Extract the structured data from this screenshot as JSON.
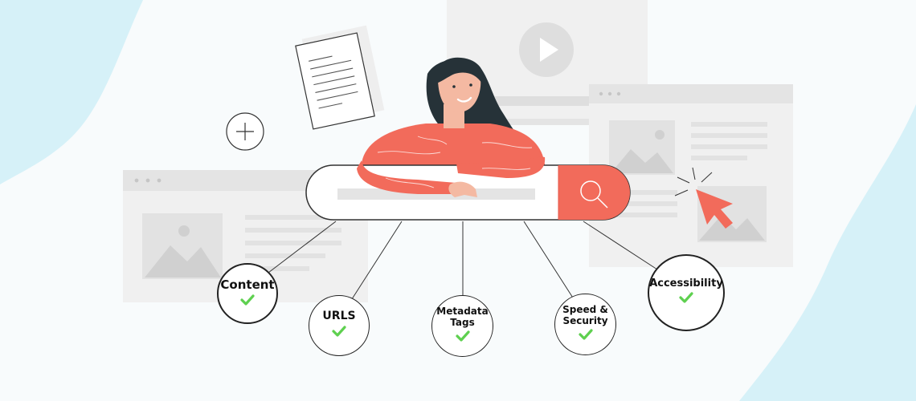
{
  "nodes": [
    {
      "id": "content",
      "label": "Content"
    },
    {
      "id": "urls",
      "label": "URLS"
    },
    {
      "id": "metadata",
      "label_line1": "Metadata",
      "label_line2": "Tags"
    },
    {
      "id": "speed",
      "label_line1": "Speed &",
      "label_line2": "Security"
    },
    {
      "id": "accessibility",
      "label": "Accessibility"
    }
  ],
  "icons": {
    "check": "check-icon",
    "search": "search-icon",
    "play": "play-icon",
    "cursor": "cursor-arrow-icon",
    "plus": "plus-circle-icon",
    "document": "document-icon",
    "image": "image-placeholder-icon"
  },
  "colors": {
    "accent": "#f26b5b",
    "accent_dark": "#e5574a",
    "check": "#5ed04f",
    "hair": "#263238",
    "skin": "#f4b9a2",
    "wave": "#d6f1f8",
    "panel": "#f0f0f0",
    "panel_dark": "#e4e4e4",
    "panel_mid": "#dedede"
  }
}
